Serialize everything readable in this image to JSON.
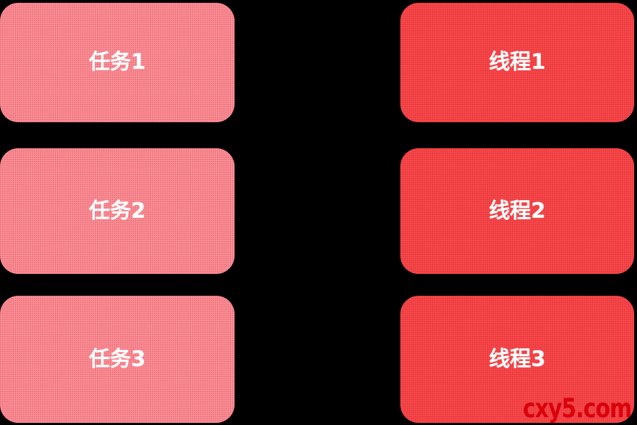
{
  "diagram": {
    "background_color": "#000000",
    "columns": [
      {
        "name": "tasks",
        "fill_color": "#FA9098",
        "text_color": "#FFFFFF",
        "boxes": [
          {
            "label": "任务1"
          },
          {
            "label": "任务2"
          },
          {
            "label": "任务3"
          }
        ]
      },
      {
        "name": "threads",
        "fill_color": "#F8494C",
        "text_color": "#FFFFFF",
        "boxes": [
          {
            "label": "线程1"
          },
          {
            "label": "线程2"
          },
          {
            "label": "线程3"
          }
        ]
      }
    ],
    "watermark": {
      "text": "cxy5.com",
      "color": "#D9000B"
    }
  }
}
